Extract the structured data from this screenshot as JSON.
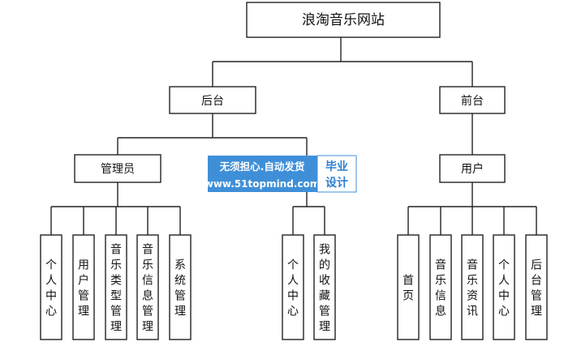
{
  "diagram": {
    "root": "浪淘音乐网站",
    "backend": "后台",
    "frontend": "前台",
    "admin": "管理员",
    "user": "用户",
    "admin_modules": [
      "个人中心",
      "用户管理",
      "音乐类型管理",
      "音乐信息管理",
      "系统管理"
    ],
    "backend_modules": [
      "个人中心",
      "我的收藏管理"
    ],
    "user_modules": [
      "首页",
      "音乐信息",
      "音乐资讯",
      "个人中心",
      "后台管理"
    ]
  },
  "watermark": {
    "line1": "无须担心.自动发货",
    "line2": "www.51topmind.com",
    "badge_line1": "毕业",
    "badge_line2": "设计"
  }
}
